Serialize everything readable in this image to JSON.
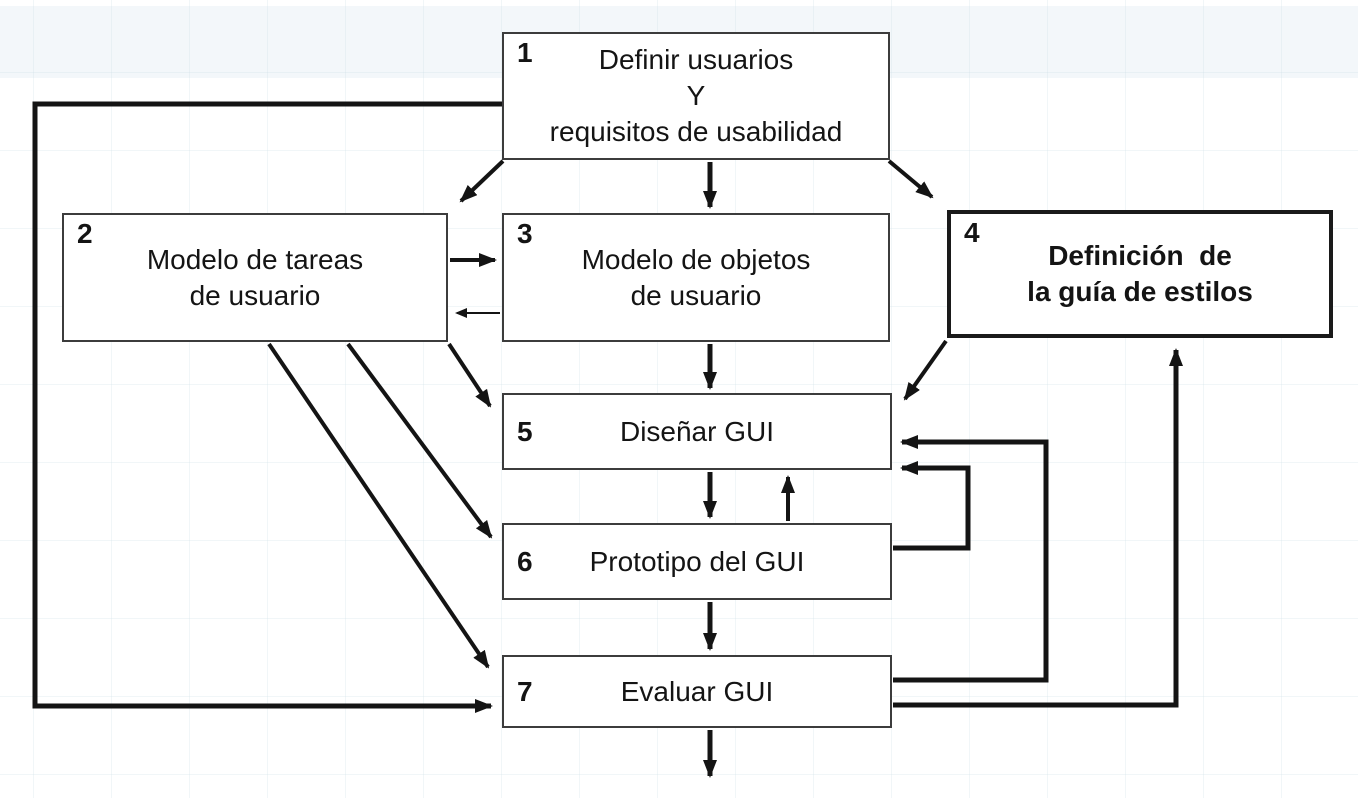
{
  "diagram": {
    "nodes": [
      {
        "id": "1",
        "number": "1",
        "label": "Definir usuarios\nY\nrequisitos de usabilidad",
        "emphasis": false
      },
      {
        "id": "2",
        "number": "2",
        "label": "Modelo de tareas\nde usuario",
        "emphasis": false
      },
      {
        "id": "3",
        "number": "3",
        "label": "Modelo de objetos\nde usuario",
        "emphasis": false
      },
      {
        "id": "4",
        "number": "4",
        "label": "Definición  de\nla guía de estilos",
        "emphasis": true
      },
      {
        "id": "5",
        "number": "5",
        "label": "Diseñar GUI",
        "emphasis": false
      },
      {
        "id": "6",
        "number": "6",
        "label": "Prototipo del GUI",
        "emphasis": false
      },
      {
        "id": "7",
        "number": "7",
        "label": "Evaluar GUI",
        "emphasis": false
      }
    ],
    "edges": [
      {
        "from": "1",
        "to": "2",
        "style": "diagonal"
      },
      {
        "from": "1",
        "to": "3",
        "style": "straight-down"
      },
      {
        "from": "1",
        "to": "4",
        "style": "diagonal"
      },
      {
        "from": "1",
        "to": "7",
        "style": "feedback-left"
      },
      {
        "from": "2",
        "to": "3",
        "style": "horizontal"
      },
      {
        "from": "3",
        "to": "2",
        "style": "horizontal-thin-return"
      },
      {
        "from": "2",
        "to": "5",
        "style": "diagonal"
      },
      {
        "from": "2",
        "to": "6",
        "style": "diagonal"
      },
      {
        "from": "2",
        "to": "7",
        "style": "diagonal"
      },
      {
        "from": "3",
        "to": "5",
        "style": "straight-down"
      },
      {
        "from": "4",
        "to": "5",
        "style": "diagonal"
      },
      {
        "from": "5",
        "to": "6",
        "style": "straight-down"
      },
      {
        "from": "6",
        "to": "5",
        "style": "straight-up-return"
      },
      {
        "from": "6",
        "to": "5",
        "style": "loop-right"
      },
      {
        "from": "6",
        "to": "7",
        "style": "straight-down"
      },
      {
        "from": "7",
        "to": "5",
        "style": "loop-right"
      },
      {
        "from": "7",
        "to": "4",
        "style": "loop-right"
      },
      {
        "from": "7",
        "to": "exit",
        "style": "straight-down"
      }
    ],
    "colors": {
      "line": "#141414",
      "box_border": "#3c3c3c",
      "box_border_strong": "#1a1a1a",
      "text": "#141414",
      "background": "#ffffff",
      "top_band": "#f3f7fa"
    }
  }
}
